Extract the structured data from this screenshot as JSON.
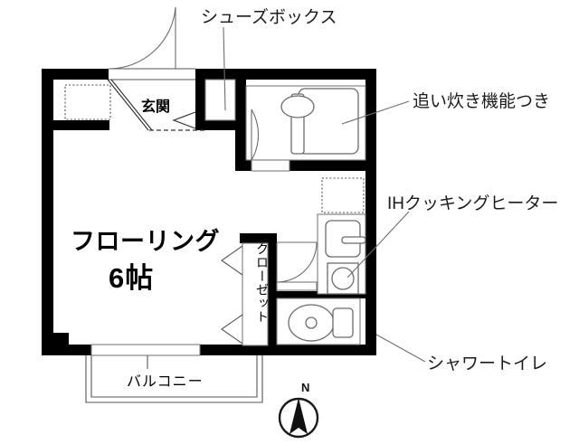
{
  "plan": {
    "rooms": [
      {
        "id": "main-room",
        "name": "フローリング",
        "size": "6帖"
      },
      {
        "id": "entrance",
        "name": "玄関"
      },
      {
        "id": "closet",
        "name": "クローゼット"
      },
      {
        "id": "balcony",
        "name": "バルコニー"
      }
    ],
    "callouts": [
      {
        "id": "shoebox",
        "text": "シューズボックス"
      },
      {
        "id": "bath",
        "text": "追い炊き機能つき"
      },
      {
        "id": "ih",
        "text": "IHクッキングヒーター"
      },
      {
        "id": "toilet",
        "text": "シャワートイレ"
      }
    ],
    "compass": {
      "label": "N"
    },
    "colors": {
      "wall": "#000000",
      "fixture_stroke": "#6b6b6b",
      "leader": "#6e6e6e",
      "text": "#1a1a1a",
      "background": "#ffffff"
    },
    "fixtures": [
      {
        "id": "bathtub",
        "name": "bathtub"
      },
      {
        "id": "bath-sink",
        "name": "washbasin"
      },
      {
        "id": "kitchen-sink",
        "name": "kitchen-sink"
      },
      {
        "id": "ih-cooktop",
        "name": "ih-cooktop"
      },
      {
        "id": "toilet-bowl",
        "name": "toilet"
      },
      {
        "id": "shoebox-dotted",
        "name": "shoe-box-outline"
      },
      {
        "id": "fridge-dotted",
        "name": "refrigerator-space-outline"
      }
    ]
  }
}
